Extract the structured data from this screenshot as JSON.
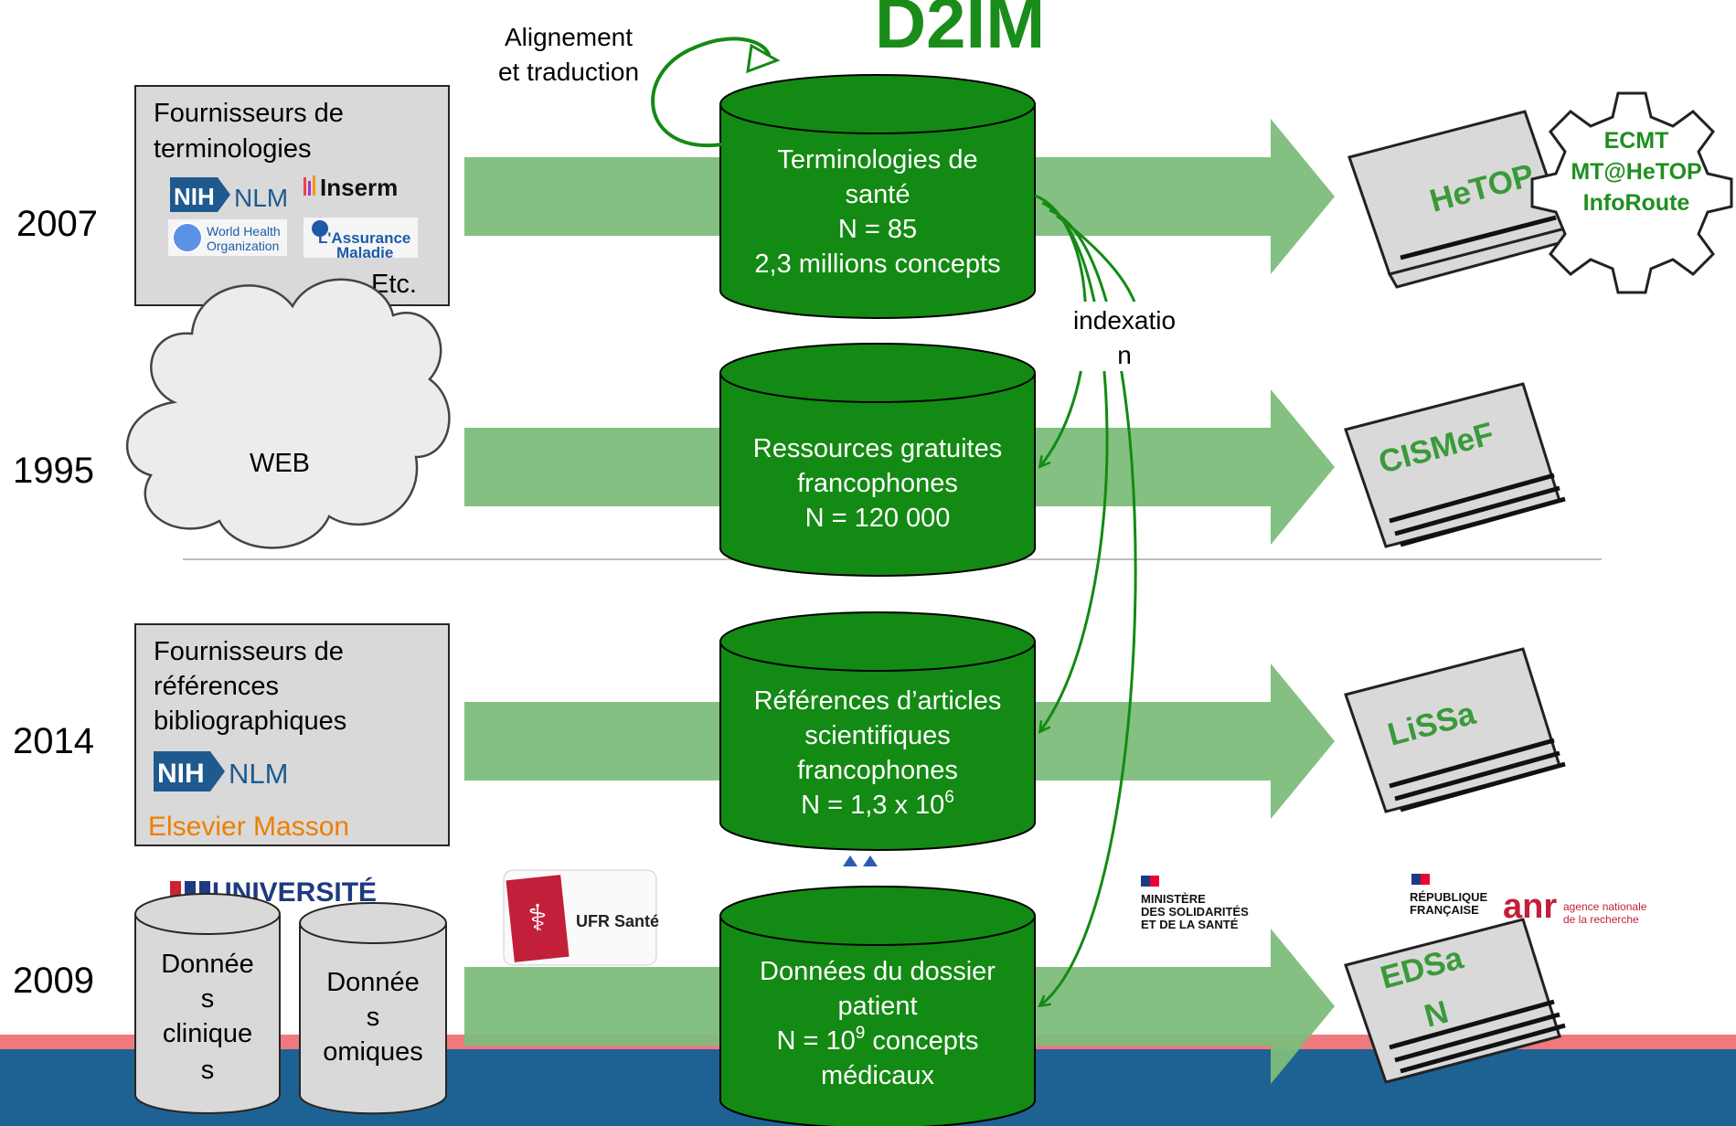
{
  "title": "D2IM",
  "annotations": {
    "alignement_line1": "Alignement",
    "alignement_line2": "et traduction",
    "indexation_line1": "indexatio",
    "indexation_line2": "n"
  },
  "rows": [
    {
      "year": "2007",
      "source": {
        "type": "box",
        "lines": [
          "Fournisseurs de",
          "terminologies"
        ],
        "logos": [
          "NIH",
          "NLM",
          "Inserm",
          "World Health",
          "Organization",
          "L'Assurance",
          "Maladie"
        ],
        "footer": "Etc."
      },
      "cylinder": [
        "Terminologies de",
        "santé",
        "N = 85",
        "2,3 millions concepts"
      ],
      "laptop": "HeTOP"
    },
    {
      "year": "1995",
      "source": {
        "type": "cloud",
        "label": "WEB"
      },
      "cylinder": [
        "Ressources gratuites",
        "francophones",
        "N = 120 000"
      ],
      "laptop": "CISMeF"
    },
    {
      "year": "2014",
      "source": {
        "type": "box",
        "lines": [
          "Fournisseurs de",
          "références",
          "bibliographiques"
        ],
        "logos": [
          "NIH",
          "NLM"
        ],
        "footer": "Elsevier Masson"
      },
      "cylinder": [
        "Références d’articles",
        "scientifiques",
        "francophones",
        "N = 1,3 x 10",
        "6"
      ],
      "laptop": "LiSSa"
    },
    {
      "year": "2009",
      "source": {
        "type": "cylinders",
        "left": [
          "Donnée",
          "s",
          "clinique",
          "s"
        ],
        "right": [
          "Donnée",
          "s",
          "omiques"
        ]
      },
      "cylinder": [
        "Données du dossier",
        "patient",
        "N = 10",
        "9",
        " concepts",
        "médicaux"
      ],
      "laptop_lines": [
        "EDSa",
        "N"
      ]
    }
  ],
  "gear": [
    "ECMT",
    "MT@HeTOP",
    "InfoRoute"
  ],
  "logos_bottom": {
    "ufr": "UFR Santé",
    "ministere": [
      "MINISTÈRE",
      "DES SOLIDARITÉS",
      "ET DE LA SANTÉ"
    ],
    "republique": [
      "RÉPUBLIQUE",
      "FRANÇAISE"
    ],
    "anr": "anr",
    "anr_sub": [
      "agence nationale",
      "de la recherche"
    ],
    "universite": "UNIVERSITÉ"
  },
  "colors": {
    "green_dark": "#138a13",
    "arrow": "#7dbd7a",
    "title": "#1a8c1a",
    "band_blue": "#1e6293",
    "band_red": "#ee7a80"
  }
}
